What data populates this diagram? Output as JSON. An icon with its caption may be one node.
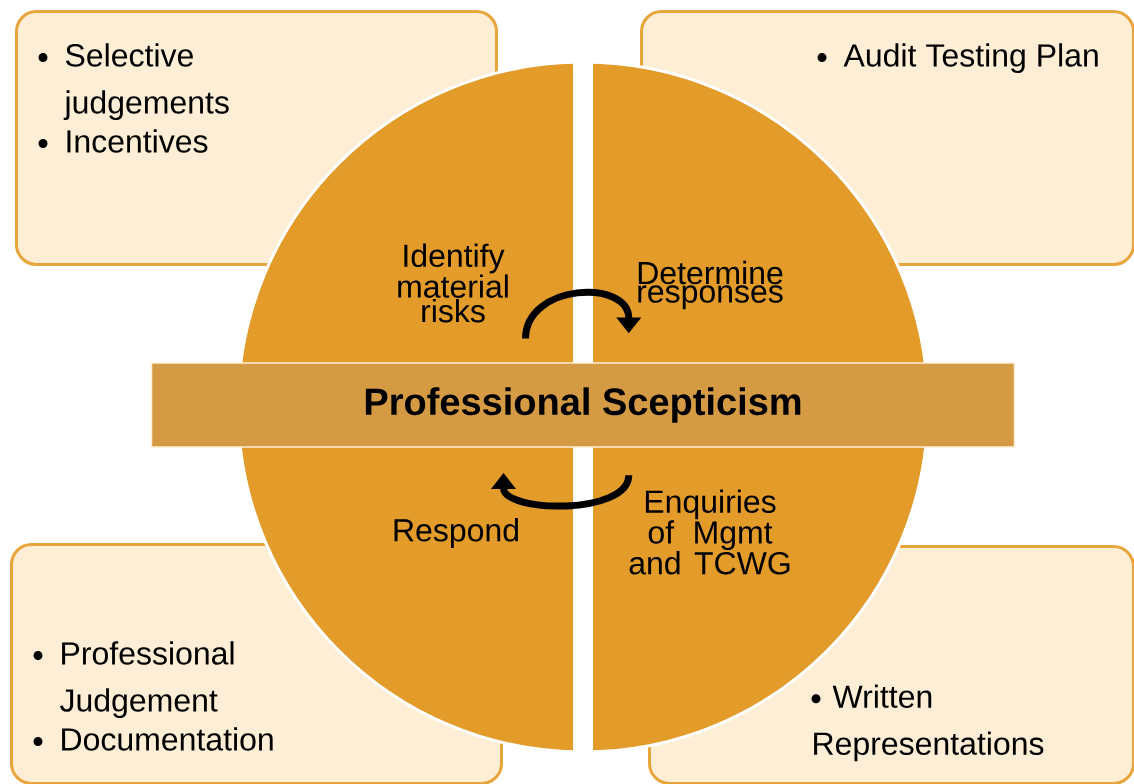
{
  "diagram": {
    "title": "Professional Scepticism",
    "nodes": [
      {
        "text": [
          "Selective judgements",
          "Incentives"
        ]
      },
      {
        "text": [
          "Audit Testing Plan"
        ]
      },
      {
        "text": [
          "Professional Judgement",
          "Documentation"
        ]
      },
      {
        "text": [
          "Written Representations"
        ]
      },
      {
        "text": [
          "Identify material risks"
        ]
      },
      {
        "text": [
          "Determine responses"
        ]
      },
      {
        "text": [
          "Respond"
        ]
      },
      {
        "text": [
          "Enquiries of Mgmt and TCWG"
        ]
      }
    ],
    "edges": [
      {
        "from": 4,
        "to": 5,
        "arrow": "to"
      },
      {
        "from": 7,
        "to": 6,
        "arrow": "to"
      }
    ]
  }
}
